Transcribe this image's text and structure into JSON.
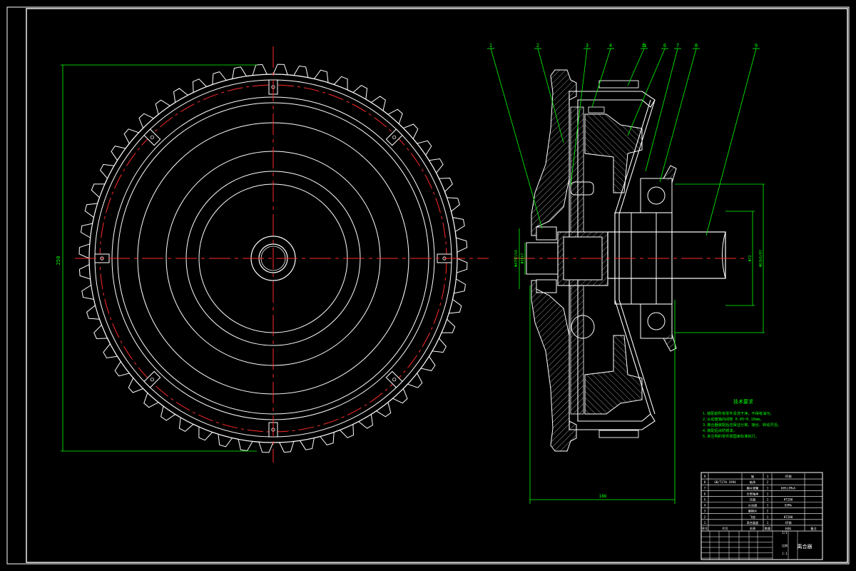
{
  "drawing": {
    "background": "#000000",
    "colors": {
      "outline": "#ffffff",
      "dimension": "#00ff00",
      "centerline": "#ff0000",
      "hatch": "#ffffff"
    }
  },
  "front_view": {
    "dimension_label": "250",
    "teeth_count": 56,
    "bolt_slots": 8
  },
  "section_view": {
    "balloons": [
      "1",
      "2",
      "3",
      "4",
      "11",
      "5",
      "6",
      "7",
      "8",
      "9"
    ],
    "dimension_bottom": "186",
    "dimension_left_outer": "Φ47H7/k6",
    "dimension_left_inner": "Φ35h7",
    "dimension_right_outer": "Φ63k6/H7",
    "dimension_right_inner": "Φ72",
    "shaft_label": ""
  },
  "tech_notes": {
    "title": "技术要求",
    "items": [
      "1.装配前所有零件清洗干净，不得有油污。",
      "2.从动盘轴向间隙 0.05~0.10mm。",
      "3.离合器装配后应保证分离、接合、转动灵活。",
      "4.装配后涂防锈漆。",
      "5.未注明的零件按国家标准执行。"
    ]
  },
  "parts_list": {
    "rows": [
      {
        "no": "9",
        "code": "",
        "name": "轴",
        "qty": "1",
        "material": "45钢",
        "note": ""
      },
      {
        "no": "8",
        "code": "GB/T276-1994",
        "name": "轴承",
        "qty": "2",
        "material": "",
        "note": ""
      },
      {
        "no": "7",
        "code": "",
        "name": "膜片弹簧",
        "qty": "1",
        "material": "60Si2MnA",
        "note": ""
      },
      {
        "no": "6",
        "code": "",
        "name": "分离轴承",
        "qty": "1",
        "material": "",
        "note": ""
      },
      {
        "no": "5",
        "code": "",
        "name": "压盘",
        "qty": "1",
        "material": "HT200",
        "note": ""
      },
      {
        "no": "4",
        "code": "",
        "name": "从动盘",
        "qty": "1",
        "material": "65Mn",
        "note": ""
      },
      {
        "no": "3",
        "code": "",
        "name": "摩擦片",
        "qty": "2",
        "material": "",
        "note": ""
      },
      {
        "no": "2",
        "code": "",
        "name": "飞轮",
        "qty": "1",
        "material": "HT200",
        "note": ""
      },
      {
        "no": "1",
        "code": "",
        "name": "离合器盖",
        "qty": "1",
        "material": "45钢",
        "note": ""
      }
    ],
    "header": {
      "no": "序号",
      "code": "代号",
      "name": "名称",
      "qty": "数量",
      "material": "材料",
      "note": "备注"
    }
  },
  "title_block": {
    "title": "离合器",
    "scale_label": "比例",
    "scale": "1:1",
    "sheet": "1/1"
  }
}
